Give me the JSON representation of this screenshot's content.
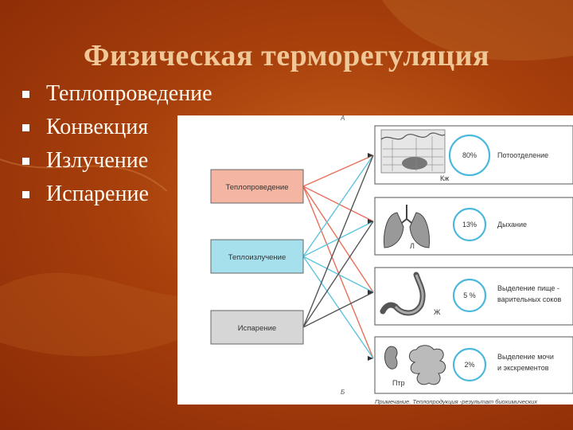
{
  "slide": {
    "title": "Физическая терморегуляция",
    "bullets": [
      "Теплопроведение",
      "Конвекция",
      "Излучение",
      "Испарение"
    ]
  },
  "diagram": {
    "top_marker": "А",
    "bottom_marker": "Б",
    "mechanisms": [
      {
        "label": "Теплопроведение",
        "color": "#f4b5a2"
      },
      {
        "label": "Теплоизлучение",
        "color": "#a6e0ec"
      },
      {
        "label": "Испарение",
        "color": "#d6d6d6"
      }
    ],
    "organs": [
      {
        "letter": "Кж",
        "percent": "80%",
        "desc": [
          "Потоотделение"
        ]
      },
      {
        "letter": "Л",
        "percent": "13%",
        "desc": [
          "Дыхание"
        ]
      },
      {
        "letter": "Ж",
        "percent": "5 %",
        "desc": [
          "Выделение пище -",
          "варительных соков"
        ]
      },
      {
        "letter": "Птр",
        "percent": "2%",
        "desc": [
          "Выделение мочи",
          "и экскрементов"
        ]
      }
    ],
    "footnote": "Примечание. Теплопродукция -результат биохимических",
    "colors": {
      "red_line": "#e8705a",
      "blue_line": "#5cc4e0",
      "dark_line": "#555555",
      "circle": "#4bb8dc"
    }
  }
}
